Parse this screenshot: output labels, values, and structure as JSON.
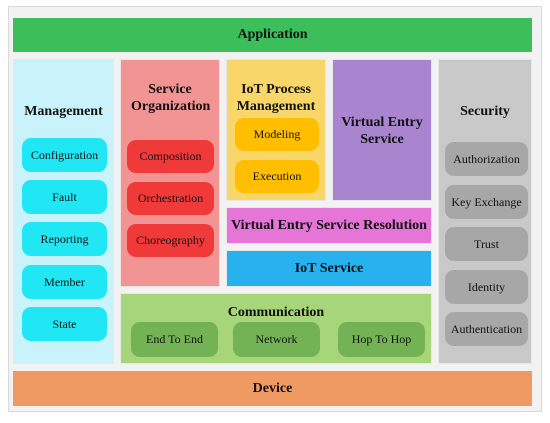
{
  "application": "Application",
  "device": "Device",
  "management": {
    "title": "Management",
    "items": [
      "Configuration",
      "Fault",
      "Reporting",
      "Member",
      "State"
    ]
  },
  "service_organization": {
    "title": "Service Organization",
    "items": [
      "Composition",
      "Orchestration",
      "Choreography"
    ]
  },
  "iot_process": {
    "title": "IoT Process Management",
    "items": [
      "Modeling",
      "Execution"
    ]
  },
  "virtual_entry_service": "Virtual Entry Service",
  "virtual_entry_resolution": "Virtual Entry Service Resolution",
  "iot_service": "IoT Service",
  "communication": {
    "title": "Communication",
    "items": [
      "End To End",
      "Network",
      "Hop To Hop"
    ]
  },
  "security": {
    "title": "Security",
    "items": [
      "Authorization",
      "Key Exchange",
      "Trust",
      "Identity",
      "Authentication"
    ]
  },
  "colors": {
    "application": "#3cbf5a",
    "device": "#ee9a62",
    "management_bg": "#c9f2fb",
    "management_pill": "#21e7f5",
    "service_org_bg": "#f29494",
    "service_org_pill": "#f03a3a",
    "iot_process_bg": "#f9d66a",
    "iot_process_pill": "#ffbf00",
    "virtual_entry": "#aa85cf",
    "resolution": "#e575d6",
    "iot_service": "#27b1ee",
    "communication_bg": "#a6d57a",
    "communication_pill": "#74b355",
    "security_bg": "#c9c9c9",
    "security_pill": "#a7a7a7"
  }
}
